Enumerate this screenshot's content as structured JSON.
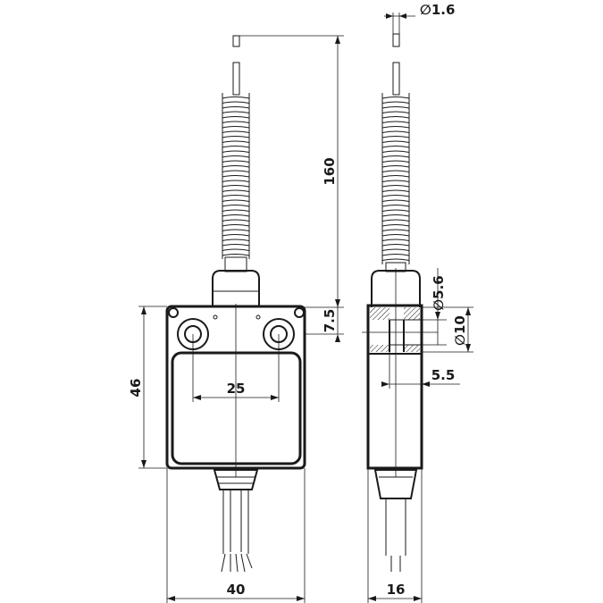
{
  "dimensions": {
    "wire_diameter": "∅1.6",
    "total_length": "160",
    "body_height": "46",
    "hole_offset": "7.5",
    "hole_spacing": "25",
    "body_width": "40",
    "body_depth": "16",
    "hole_inner_diameter": "∅5.6",
    "hole_outer_diameter": "∅10",
    "hole_depth": "5.5"
  }
}
